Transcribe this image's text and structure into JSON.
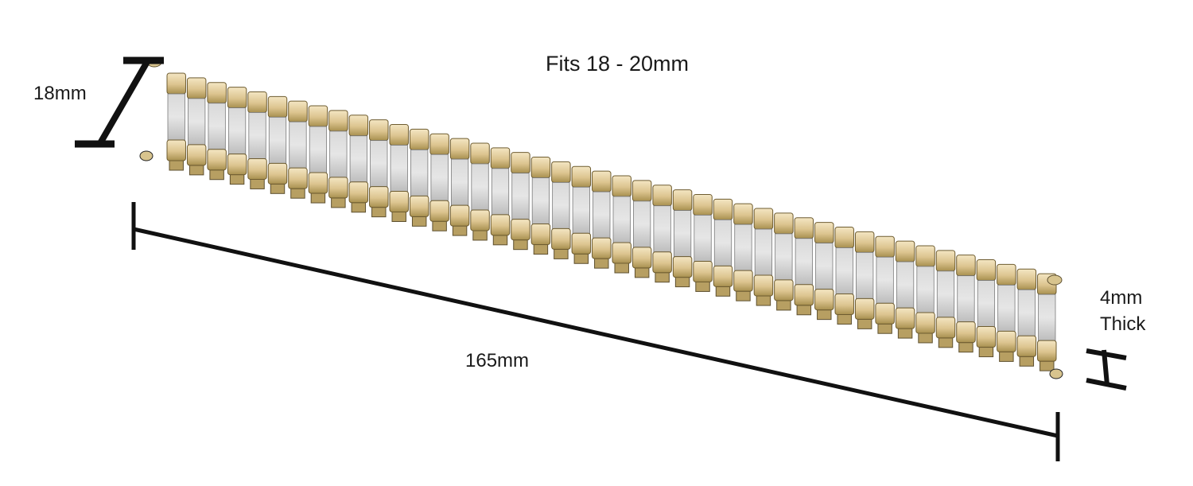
{
  "image": {
    "subject": "two-tone expansion watch band",
    "background_color": "#ffffff",
    "colors": {
      "gold": "#d9c08a",
      "gold_light": "#f1e2bd",
      "gold_dark": "#8a7440",
      "silver": "#c9c9c9",
      "silver_light": "#e3e3e3",
      "silver_dark": "#8e8e8e",
      "dimension_line": "#111111",
      "text": "#1a1a1a"
    }
  },
  "labels": {
    "fit_range": "Fits 18 - 20mm",
    "width": "18mm",
    "length": "165mm",
    "thickness_value": "4mm",
    "thickness_word": "Thick"
  },
  "band": {
    "link_count": 44
  }
}
